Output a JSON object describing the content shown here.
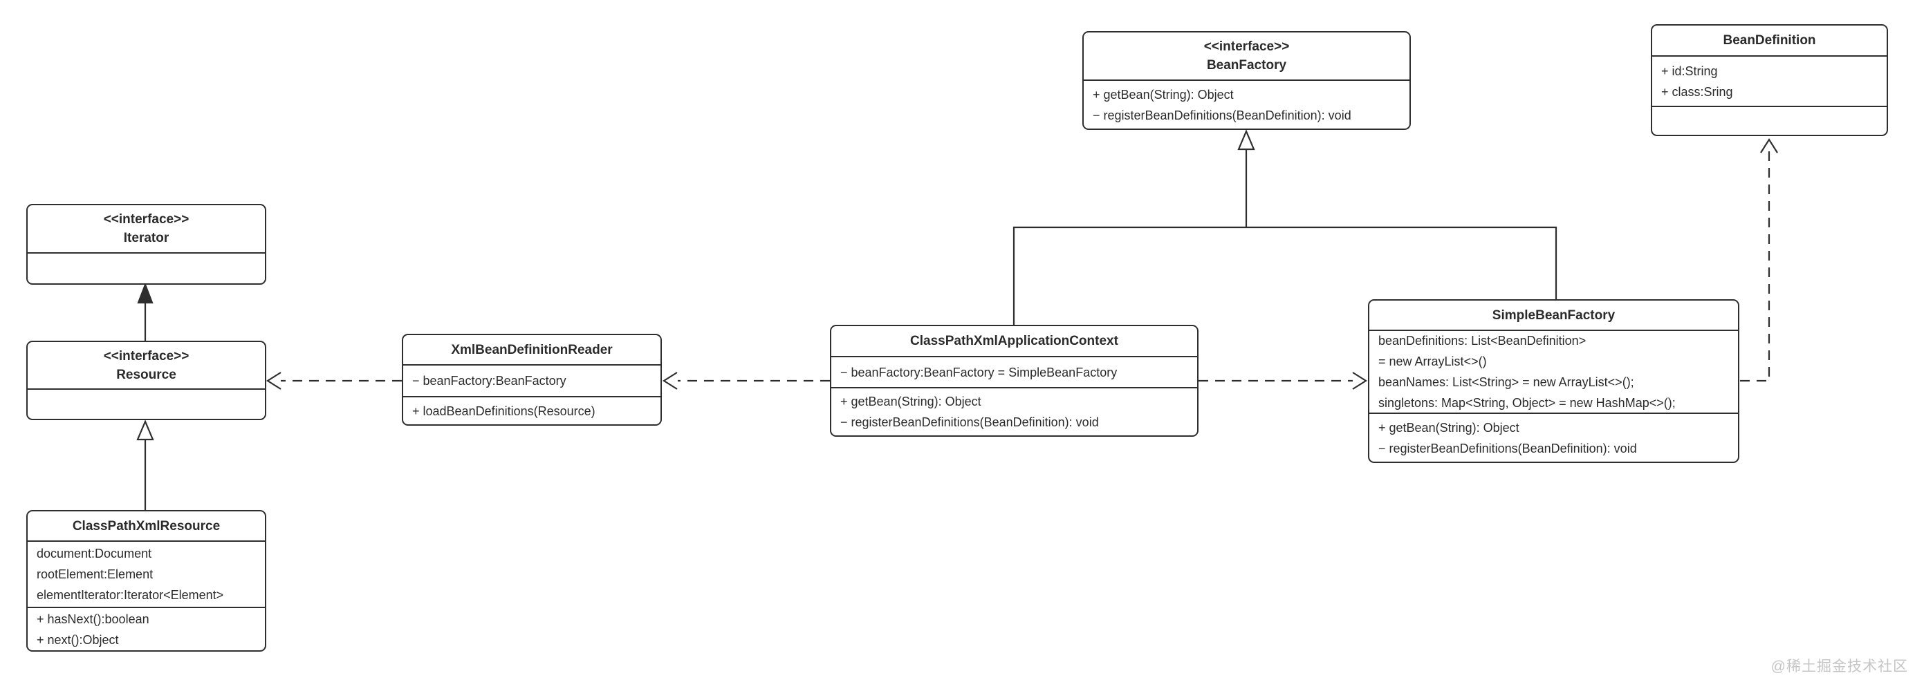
{
  "diagram_title": "UML class diagram - Spring-like IoC container",
  "colors": {
    "background": "#ffffff",
    "line": "#2e2e2e",
    "box_border": "#2e2e2e",
    "box_fill": "#ffffff",
    "text": "#2b2b2b",
    "watermark": "#c6c6c6"
  },
  "watermark": "@稀土掘金技术社区",
  "classes": {
    "iterator": {
      "stereotype": "<<interface>>",
      "name": "Iterator",
      "attributes": [],
      "methods": []
    },
    "resource": {
      "stereotype": "<<interface>>",
      "name": "Resource",
      "attributes": [],
      "methods": []
    },
    "classpath_xml_resource": {
      "name": "ClassPathXmlResource",
      "attributes": [
        "document:Document",
        "rootElement:Element",
        "elementIterator:Iterator<Element>"
      ],
      "methods": [
        "+ hasNext():boolean",
        "+ next():Object"
      ]
    },
    "xml_bean_definition_reader": {
      "name": "XmlBeanDefinitionReader",
      "attributes": [
        "− beanFactory:BeanFactory"
      ],
      "methods": [
        "+ loadBeanDefinitions(Resource)"
      ]
    },
    "classpath_xml_application_context": {
      "name": "ClassPathXmlApplicationContext",
      "attributes": [
        "− beanFactory:BeanFactory = SimpleBeanFactory"
      ],
      "methods": [
        "+ getBean(String): Object",
        "− registerBeanDefinitions(BeanDefinition): void"
      ]
    },
    "bean_factory": {
      "stereotype": "<<interface>>",
      "name": "BeanFactory",
      "attributes": [],
      "methods": [
        "+ getBean(String): Object",
        "− registerBeanDefinitions(BeanDefinition): void"
      ]
    },
    "simple_bean_factory": {
      "name": "SimpleBeanFactory",
      "attributes": [
        "beanDefinitions: List<BeanDefinition>",
        "= new ArrayList<>()",
        "beanNames: List<String> = new ArrayList<>();",
        "singletons: Map<String, Object> = new HashMap<>();"
      ],
      "methods": [
        "+ getBean(String): Object",
        "− registerBeanDefinitions(BeanDefinition): void"
      ]
    },
    "bean_definition": {
      "name": "BeanDefinition",
      "attributes": [
        "+ id:String",
        "+ class:Sring"
      ],
      "methods": []
    }
  },
  "relationships": [
    {
      "type": "realization",
      "from": "Resource",
      "to": "Iterator",
      "line": "solid",
      "arrowhead": "filled-triangle"
    },
    {
      "type": "generalization",
      "from": "ClassPathXmlResource",
      "to": "Resource",
      "line": "solid",
      "arrowhead": "hollow-triangle"
    },
    {
      "type": "generalization",
      "from": "ClassPathXmlApplicationContext",
      "to": "BeanFactory",
      "line": "solid",
      "arrowhead": "hollow-triangle"
    },
    {
      "type": "generalization",
      "from": "SimpleBeanFactory",
      "to": "BeanFactory",
      "line": "solid",
      "arrowhead": "hollow-triangle"
    },
    {
      "type": "dependency",
      "from": "XmlBeanDefinitionReader",
      "to": "Resource",
      "line": "dashed",
      "arrowhead": "open"
    },
    {
      "type": "dependency",
      "from": "ClassPathXmlApplicationContext",
      "to": "XmlBeanDefinitionReader",
      "line": "dashed",
      "arrowhead": "open"
    },
    {
      "type": "dependency",
      "from": "ClassPathXmlApplicationContext",
      "to": "SimpleBeanFactory",
      "line": "dashed",
      "arrowhead": "open"
    },
    {
      "type": "dependency",
      "from": "SimpleBeanFactory",
      "to": "BeanDefinition",
      "line": "dashed",
      "arrowhead": "open"
    }
  ]
}
